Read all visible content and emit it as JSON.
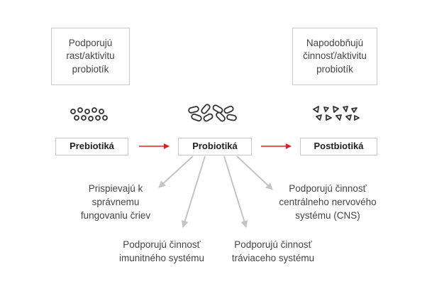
{
  "boxes": {
    "prebiotics_desc": "Podporujú rast/aktivitu probiotík",
    "postbiotics_desc": "Napodobňujú činnosť/aktivitu probiotík",
    "prebiotics": "Prebiotiká",
    "probiotics": "Probiotiká",
    "postbiotics": "Postbiotiká"
  },
  "effects": {
    "intestines": "Prispievajú k správnemu fungovaniu čriev",
    "immune": "Podporujú činnosť imunitného systému",
    "digestive": "Podporujú činnosť tráviaceho systému",
    "cns": "Podporujú činnosť centrálneho nervového systému (CNS)"
  },
  "colors": {
    "red_arrow": "#e02020",
    "gray_arrow": "#c4c4c4",
    "box_border": "#c8c8c8",
    "icon_stroke": "#333333"
  },
  "icons": {
    "prebiotics": "small-circles-icon",
    "probiotics": "capsule-bacteria-icon",
    "postbiotics": "triangle-fragments-icon"
  }
}
